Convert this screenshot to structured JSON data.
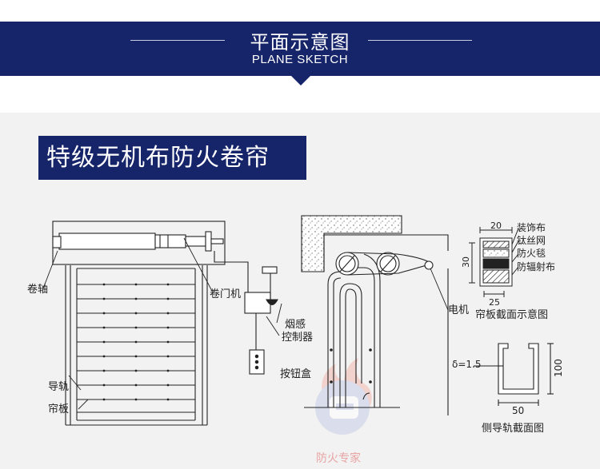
{
  "banner": {
    "title": "平面示意图",
    "subtitle": "PLANE SKETCH"
  },
  "heading": "特级无机布防火卷帘",
  "left_labels": {
    "roller_shaft": "卷轴",
    "door_motor": "卷门机",
    "smoke_sensor": "烟感",
    "controller": "控制器",
    "guide_rail": "导轨",
    "curtain_plate": "帘板",
    "button_box": "按钮盒"
  },
  "right_labels": {
    "motor": "电机"
  },
  "section": {
    "layers": [
      "装饰布",
      "钛丝网",
      "防火毯",
      "防辐射布"
    ],
    "dim_top": "20",
    "dim_bottom": "25",
    "dim_side": "30",
    "caption": "帘板截面示意图"
  },
  "rail": {
    "thickness": "δ=1.5",
    "height": "100",
    "width": "50",
    "caption": "侧导轨截面图"
  },
  "watermark": "防火专家",
  "colors": {
    "banner": "#16246a",
    "panel": "#f2f2f2",
    "line": "#222222"
  }
}
